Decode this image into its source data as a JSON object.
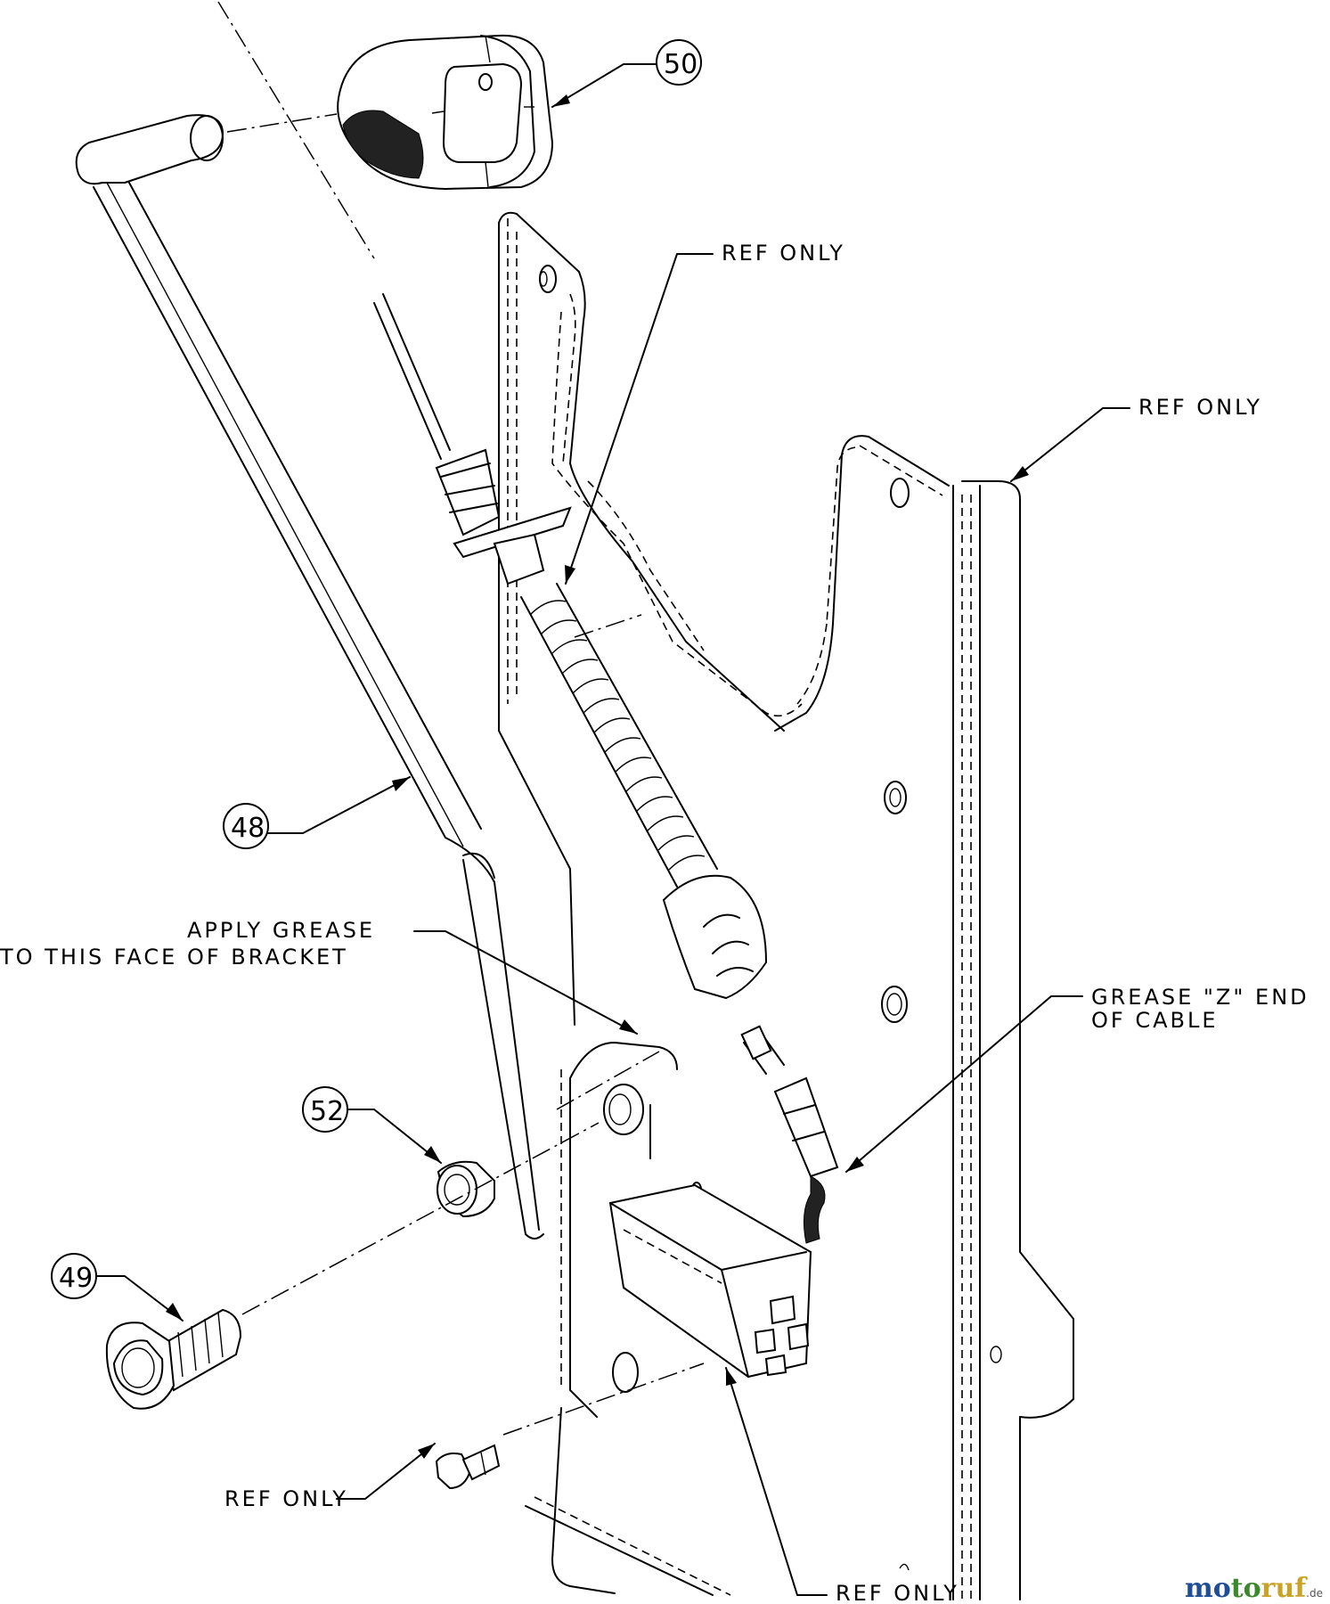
{
  "callouts": {
    "c48": "48",
    "c49": "49",
    "c50": "50",
    "c52": "52"
  },
  "labels": {
    "ref_only_cable": "REF ONLY",
    "ref_only_frame": "REF ONLY",
    "ref_only_screw": "REF ONLY",
    "ref_only_switch": "REF ONLY",
    "grease_bracket_line1": "APPLY GREASE",
    "grease_bracket_line2": "TO THIS FACE OF BRACKET",
    "grease_z_line1": "GREASE \"Z\" END",
    "grease_z_line2": "OF CABLE"
  },
  "watermark": {
    "part1": "mo",
    "part2": "to",
    "part3": "ruf",
    "suffix": ".de"
  },
  "colors": {
    "ink": "#000000",
    "watermark_blue": "#1f4e96",
    "watermark_green": "#3a8a2c",
    "watermark_gold": "#c9a227"
  }
}
